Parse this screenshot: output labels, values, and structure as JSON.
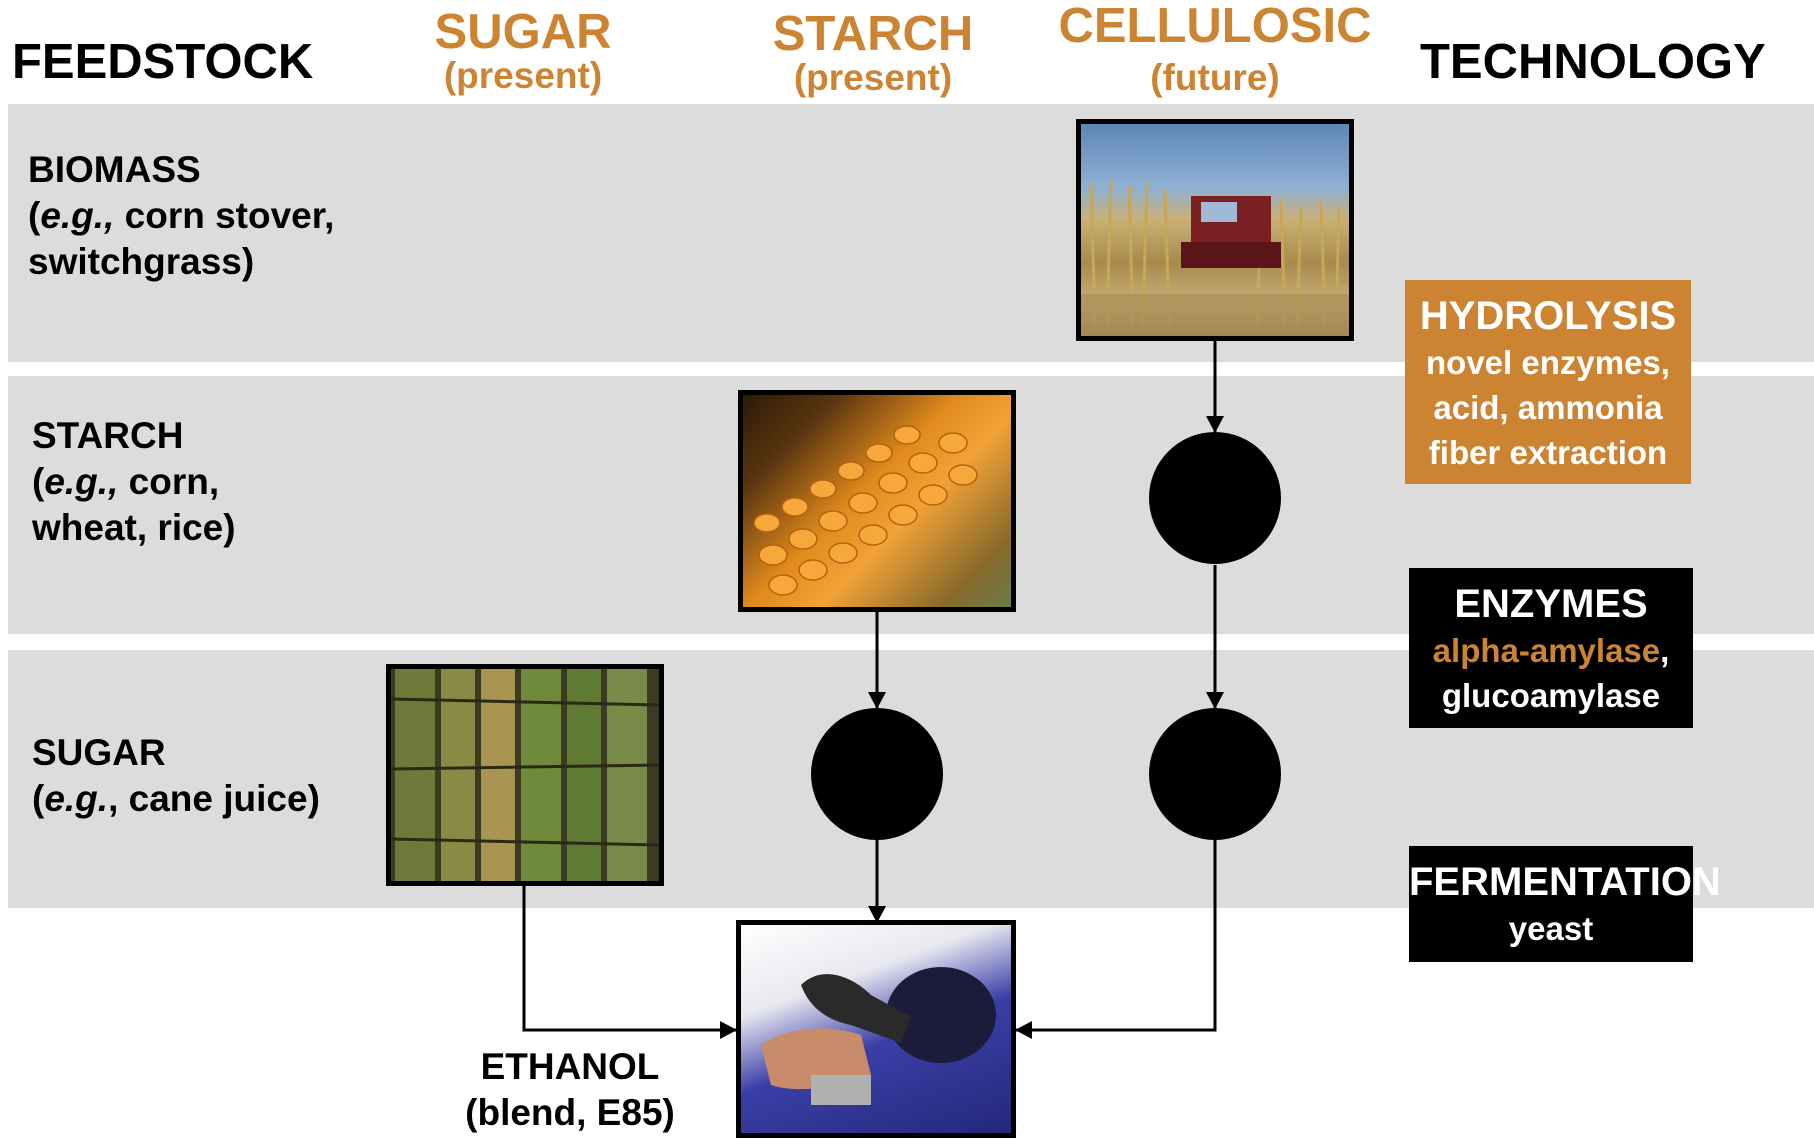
{
  "headers": {
    "feedstock": "FEEDSTOCK",
    "technology": "TECHNOLOGY",
    "sugar": {
      "title": "SUGAR",
      "sub": "(present)"
    },
    "starch": {
      "title": "STARCH",
      "sub": "(present)"
    },
    "cellulosic": {
      "title": "CELLULOSIC",
      "sub": "(future)"
    }
  },
  "rows": {
    "biomass": {
      "title": "BIOMASS",
      "eg": "e.g.,",
      "rest1": " corn stover,",
      "line2": "switchgrass)"
    },
    "starch": {
      "title": "STARCH",
      "eg": "e.g.,",
      "rest1": " corn,",
      "line2": "wheat, rice)"
    },
    "sugar": {
      "title": "SUGAR",
      "eg": "e.g.",
      "rest1": ", cane juice)"
    }
  },
  "technology": {
    "hydrolysis": {
      "title": "HYDROLYSIS",
      "line1": "novel enzymes,",
      "line2": "acid, ammonia",
      "line3": "fiber extraction"
    },
    "enzymes": {
      "title": "ENZYMES",
      "amylase": "alpha-amylase",
      "comma": ",",
      "line2": "glucoamylase"
    },
    "fermentation": {
      "title": "FERMENTATION",
      "line1": "yeast"
    }
  },
  "product": {
    "title": "ETHANOL",
    "sub": "(blend, E85)"
  },
  "colors": {
    "accent_orange": "#cc8433",
    "band_gray": "#dcdcdc",
    "black": "#000000",
    "white": "#ffffff"
  },
  "images": {
    "harvester": "corn-harvester-photo",
    "corn": "corn-cob-photo",
    "cane": "sugarcane-photo",
    "pump": "fuel-pump-photo"
  }
}
